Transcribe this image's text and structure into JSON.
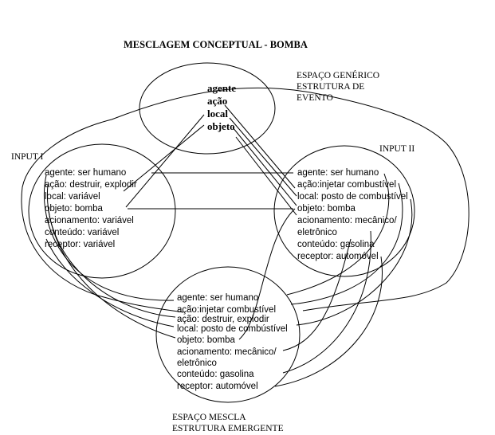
{
  "title": "MESCLAGEM CONCEPTUAL - BOMBA",
  "generic_space": {
    "label": [
      "ESPAÇO GENÉRICO",
      "ESTRUTURA DE",
      "EVENTO"
    ],
    "items": [
      "agente",
      "ação",
      "local",
      "objeto"
    ]
  },
  "input1": {
    "label": "INPUT I",
    "items": [
      "agente: ser humano",
      "ação: destruir, explodir",
      "local: variável",
      "objeto: bomba",
      "acionamento: variável",
      "conteúdo: variável",
      "receptor: variável"
    ]
  },
  "input2": {
    "label": "INPUT II",
    "items": [
      "agente: ser humano",
      "ação:injetar combustível",
      "local: posto de combustível",
      "objeto: bomba",
      "acionamento: mecânico/",
      "eletrônico",
      "conteúdo: gasolina",
      "receptor: automóvel"
    ]
  },
  "blend": {
    "label": [
      "ESPAÇO MESCLA",
      "ESTRUTURA EMERGENTE"
    ],
    "items": [
      "agente: ser humano",
      "ação:injetar combustível",
      "ação: destruir, explodir",
      "local: posto de combústível",
      "objeto: bomba",
      "acionamento: mecânico/",
      "eletrônico",
      "conteúdo: gasolina",
      "receptor: automóvel"
    ]
  }
}
